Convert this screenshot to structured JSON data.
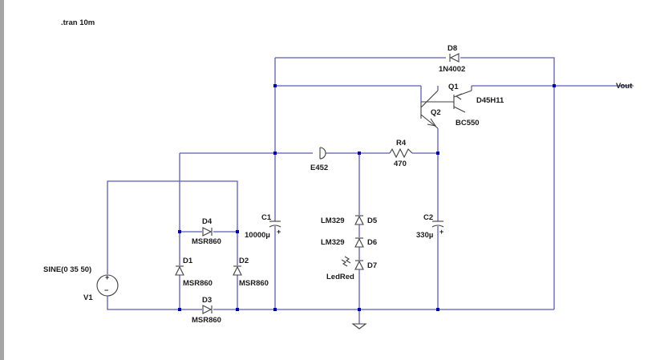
{
  "directive": ".tran 10m",
  "source": {
    "ref": "V1",
    "value": "SINE(0 35 50)"
  },
  "bridge": {
    "d1": {
      "ref": "D1",
      "model": "MSR860"
    },
    "d2": {
      "ref": "D2",
      "model": "MSR860"
    },
    "d3": {
      "ref": "D3",
      "model": "MSR860"
    },
    "d4": {
      "ref": "D4",
      "model": "MSR860"
    }
  },
  "c1": {
    "ref": "C1",
    "value": "10000µ"
  },
  "c2": {
    "ref": "C2",
    "value": "330µ"
  },
  "e452": {
    "ref": "E452"
  },
  "r4": {
    "ref": "R4",
    "value": "470"
  },
  "d5": {
    "ref": "D5",
    "model": "LM329"
  },
  "d6": {
    "ref": "D6",
    "model": "LM329"
  },
  "d7": {
    "ref": "D7",
    "model": "LedRed"
  },
  "d8": {
    "ref": "D8",
    "model": "1N4002"
  },
  "q1": {
    "ref": "Q1",
    "model": "D45H11"
  },
  "q2": {
    "ref": "Q2",
    "model": "BC550"
  },
  "output": {
    "label": "Vout"
  },
  "symbols": {
    "plus": "+",
    "minus": "−"
  },
  "colors": {
    "wire": "#5c5cb8",
    "junction": "#0000b4",
    "component": "#404040"
  }
}
